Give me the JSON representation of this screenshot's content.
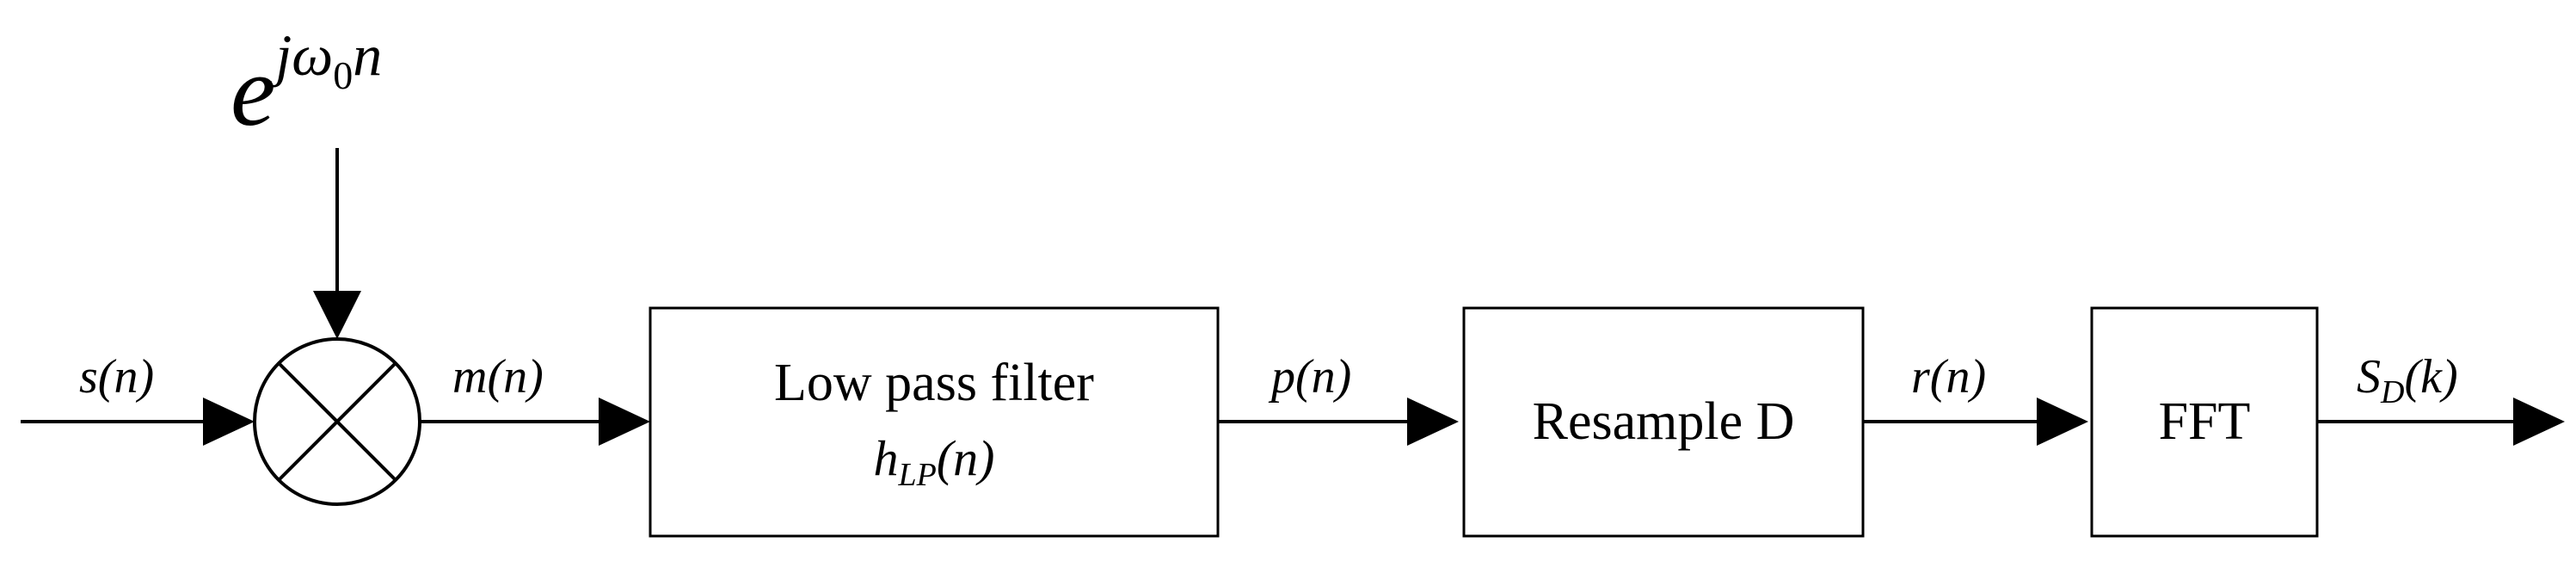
{
  "osc": {
    "base": "e",
    "exp": "jω",
    "exp_sub": "0",
    "exp_tail": "n"
  },
  "signals": {
    "s": "s(n)",
    "m": "m(n)",
    "p": "p(n)",
    "r": "r(n)",
    "sd_main": "S",
    "sd_sub": "D",
    "sd_tail": "(k)"
  },
  "blocks": {
    "lpf_title": "Low pass filter",
    "lpf_h": "h",
    "lpf_sub": "LP",
    "lpf_tail": "(n)",
    "resample": "Resample D",
    "fft": "FFT"
  }
}
